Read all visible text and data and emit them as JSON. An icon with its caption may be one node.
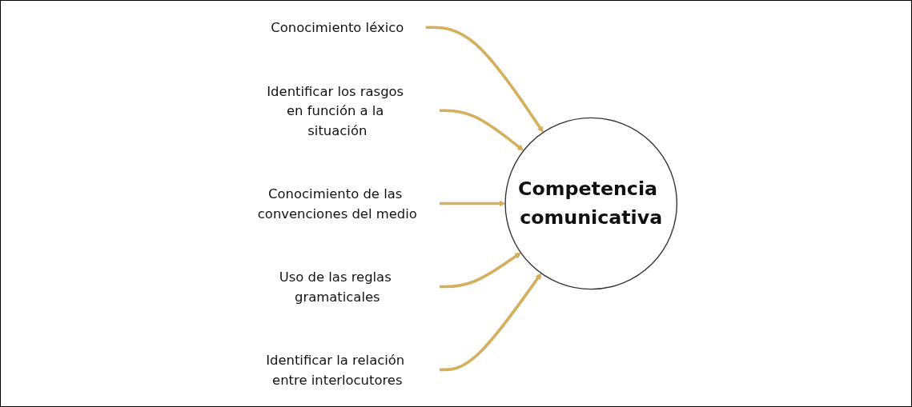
{
  "diagram": {
    "nodes": [
      {
        "text": [
          "Competencia comunicativa"
        ]
      },
      {
        "text": [
          "Conocimiento léxico"
        ]
      },
      {
        "text": [
          "Identificar los rasgos en función a la situación"
        ]
      },
      {
        "text": [
          "Conocimiento de las convenciones del medio"
        ]
      },
      {
        "text": [
          "Uso de las reglas gramaticales"
        ]
      },
      {
        "text": [
          "Identificar la relación entre interlocutores"
        ]
      }
    ],
    "edges": [
      {
        "from": 1,
        "to": 0,
        "arrow": "to"
      },
      {
        "from": 2,
        "to": 0,
        "arrow": "to"
      },
      {
        "from": 3,
        "to": 0,
        "arrow": "to"
      },
      {
        "from": 4,
        "to": 0,
        "arrow": "to"
      },
      {
        "from": 5,
        "to": 0,
        "arrow": "to"
      }
    ]
  }
}
